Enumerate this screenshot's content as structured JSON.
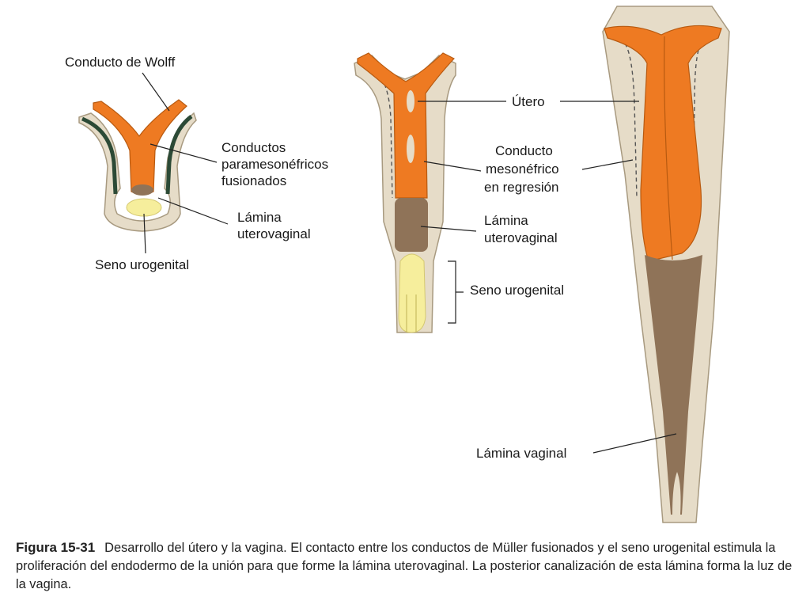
{
  "labels": {
    "wolff": "Conducto de Wolff",
    "paramesonephric_1": "Conductos",
    "paramesonephric_2": "paramesonéfricos",
    "paramesonephric_3": "fusionados",
    "lamina_uv_left_1": "Lámina",
    "lamina_uv_left_2": "uterovaginal",
    "seno_left": "Seno urogenital",
    "utero": "Útero",
    "mesonephric_1": "Conducto",
    "mesonephric_2": "mesonéfrico",
    "mesonephric_3": "en regresión",
    "lamina_uv_mid_1": "Lámina",
    "lamina_uv_mid_2": "uterovaginal",
    "seno_mid": "Seno urogenital",
    "lamina_vaginal": "Lámina vaginal"
  },
  "caption": {
    "figure": "Figura 15-31",
    "text": "Desarrollo del útero y la vagina. El contacto entre los conductos de Müller fusionados y el seno urogenital estimula la proliferación del endodermo de la unión para que forme la lámina uterovaginal. La posterior canalización de esta lámina forma la luz de la vagina."
  },
  "colors": {
    "tissue": "#e6dcc8",
    "orange": "#ee7a22",
    "brown": "#8f7358",
    "yellow": "#f6ee9c",
    "wolff_dark": "#2c4a36"
  }
}
